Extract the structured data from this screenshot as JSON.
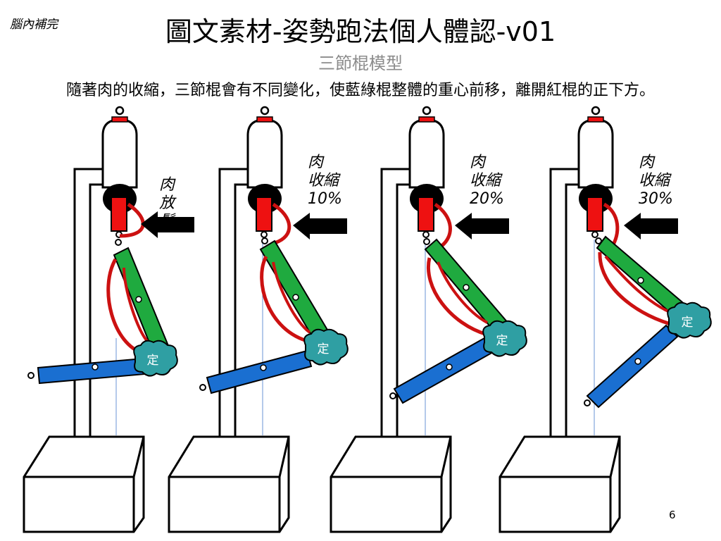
{
  "header": {
    "corner_note": "腦內補完",
    "title": "圖文素材-姿勢跑法個人體認-v01",
    "subtitle": "三節棍模型",
    "caption": "隨著肉的收縮，三節棍會有不同變化，使藍綠棍整體的重心前移，離開紅棍的正下方。",
    "page_number": "6"
  },
  "joint_label": "定",
  "colors": {
    "red_stick": "#ee1111",
    "green_stick": "#1faa3f",
    "blue_stick": "#1a6fd1",
    "muscle": "#cc1111",
    "joint": "#2f9fa3",
    "plumb_line": "#6a93d6"
  },
  "panels": [
    {
      "label_lines": [
        "肉",
        "放鬆"
      ],
      "state": "relaxed"
    },
    {
      "label_lines": [
        "肉",
        "收縮",
        "10%"
      ],
      "state": "contracted"
    },
    {
      "label_lines": [
        "肉",
        "收縮",
        "20%"
      ],
      "state": "contracted"
    },
    {
      "label_lines": [
        "肉",
        "收縮",
        "30%"
      ],
      "state": "contracted"
    }
  ]
}
